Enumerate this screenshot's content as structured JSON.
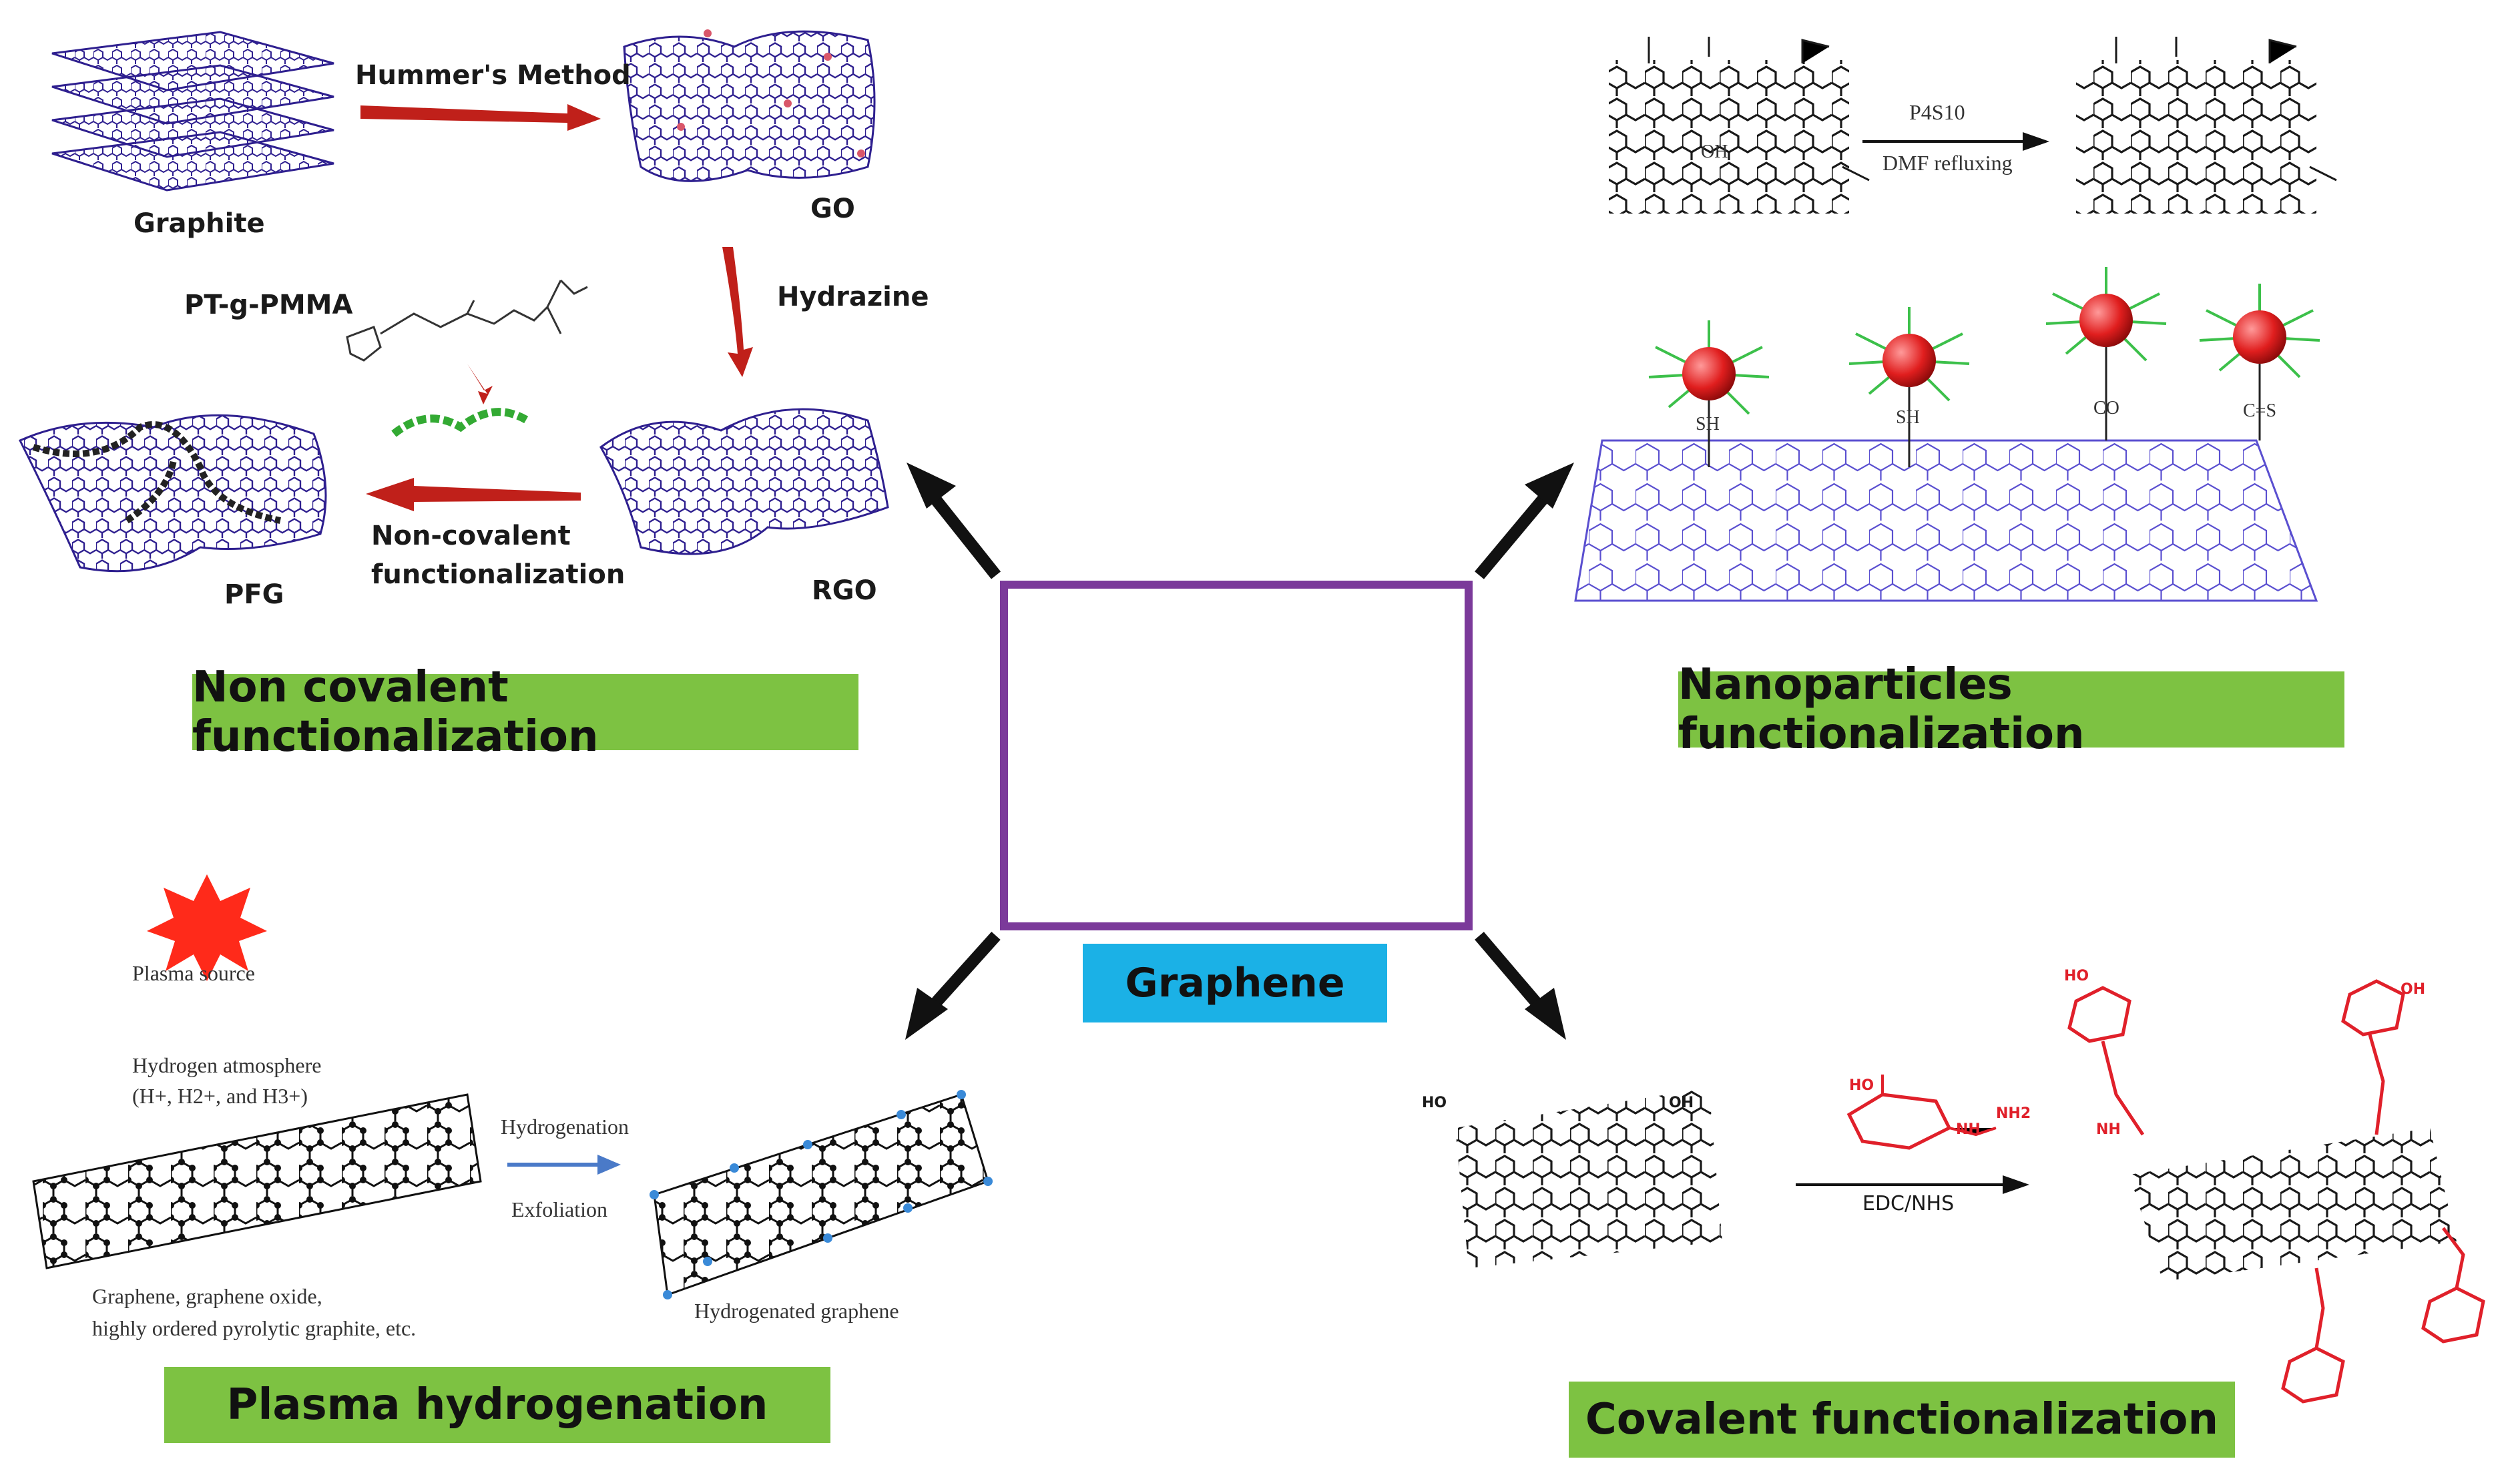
{
  "center": {
    "title": "Graphene"
  },
  "panels": {
    "non_covalent": {
      "title": "Non covalent functionalization",
      "labels": {
        "graphite": "Graphite",
        "hummers": "Hummer's Method",
        "go": "GO",
        "hydrazine": "Hydrazine",
        "rgo": "RGO",
        "pfg": "PFG",
        "ptg": "PT-g-PMMA",
        "noncov_line1": "Non-covalent",
        "noncov_line2": "functionalization"
      }
    },
    "nanoparticles": {
      "title": "Nanoparticles functionalization",
      "labels": {
        "reagent": "P4S10",
        "condition": "DMF refluxing",
        "oh": "OH",
        "sh": "SH",
        "co": "CO",
        "cs": "C=S"
      }
    },
    "plasma": {
      "title": "Plasma hydrogenation",
      "labels": {
        "source": "Plasma source",
        "atmosphere1": "Hydrogen atmosphere",
        "atmosphere2": "(H+, H2+, and H3+)",
        "hydrogenation": "Hydrogenation",
        "exfoliation": "Exfoliation",
        "graphene_line1": "Graphene, graphene oxide,",
        "graphene_line2": "highly ordered pyrolytic graphite, etc.",
        "hydrogenated": "Hydrogenated graphene"
      }
    },
    "covalent": {
      "title": "Covalent functionalization",
      "labels": {
        "reagent": "EDC/NHS",
        "ho": "HO",
        "oh": "OH",
        "nh": "NH",
        "nh2": "NH2"
      }
    }
  },
  "colors": {
    "title_box": "#7dc242",
    "center_box": "#1bb1e6",
    "frame": "#7b3a9a",
    "sheet": "#2e1f8f",
    "red_arrow": "#c0201a",
    "red_chem": "#e0202a",
    "nanoparticle": "#e01e1e",
    "ligand": "#3cc04a"
  }
}
